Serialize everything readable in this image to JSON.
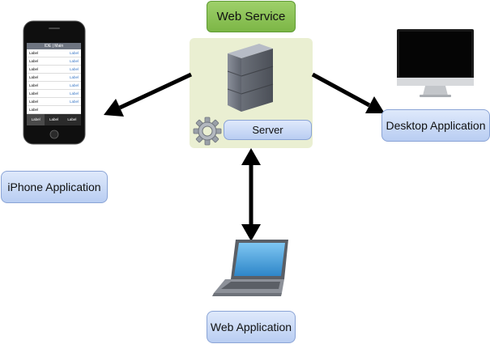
{
  "nodes": {
    "web_service": "Web Service",
    "server": "Server",
    "desktop_application": "Desktop Application",
    "iphone_application": "iPhone Application",
    "web_application": "Web Application"
  },
  "iphone_screen": {
    "title": "IDE | Main",
    "rows": [
      {
        "left": "Label",
        "right": "Label"
      },
      {
        "left": "Label",
        "right": "Label"
      },
      {
        "left": "Label",
        "right": "Label"
      },
      {
        "left": "Label",
        "right": "Label"
      },
      {
        "left": "Label",
        "right": "Label"
      },
      {
        "left": "Label",
        "right": "Label"
      },
      {
        "left": "Label",
        "right": "Label"
      },
      {
        "left": "Label",
        "right": ""
      }
    ],
    "tabs": [
      "Label",
      "Label",
      "Label"
    ]
  },
  "colors": {
    "node_fill": "#c9d8f5",
    "web_service_fill": "#8cc357",
    "server_panel_fill": "#eaefd2",
    "arrow": "#000000"
  }
}
